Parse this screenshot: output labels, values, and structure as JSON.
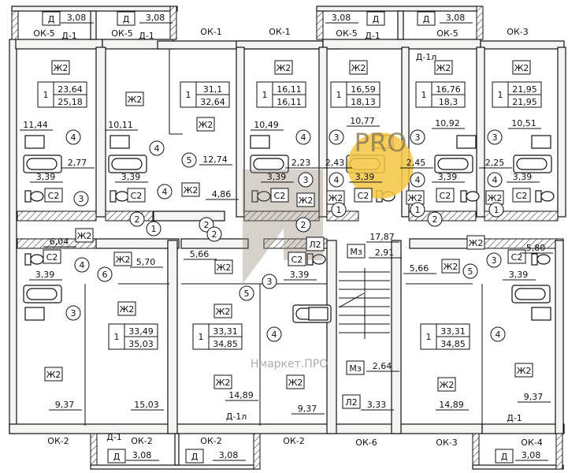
{
  "plan": {
    "balcony_labels": [
      "Д",
      "3,08",
      "Д",
      "3,08",
      "3,08",
      "Д",
      "Д",
      "3,08",
      "Д",
      "3,08",
      "Д",
      "3,08",
      "Д",
      "3,08"
    ],
    "window_labels": [
      "ОК-5",
      "Д-1",
      "ОК-5",
      "Д-1",
      "ОК-1",
      "ОК-1",
      "ОК-5",
      "Д-1",
      "ОК-5",
      "Д-1л",
      "ОК-3",
      "ОК-2",
      "Д-1",
      "ОК-2",
      "ОК-2",
      "Д-1л",
      "ОК-2",
      "ОК-6",
      "ОК-3",
      "Д-1",
      "ОК-4"
    ],
    "room_codes": [
      "Ж2",
      "Ж2",
      "Ж2",
      "Ж2",
      "Ж2",
      "Ж2",
      "Ж2",
      "С2",
      "С2",
      "С2",
      "С2",
      "С2",
      "С2",
      "Ж2",
      "Ж2",
      "Ж2",
      "Ж2",
      "Ж2",
      "Ж2",
      "Л2",
      "Ж2",
      "С2",
      "Ж2",
      "Ж2",
      "Ж2",
      "Ж2",
      "Ж2",
      "С2",
      "Мз",
      "Мз",
      "Л2",
      "Ж2",
      "С2",
      "Ж2",
      "Ж2",
      "Ж2",
      "Ж2"
    ],
    "area_values": [
      "11,44",
      "10,11",
      "10,49",
      "10,77",
      "10,92",
      "10,51",
      "2,77",
      "12,74",
      "4,86",
      "2,23",
      "2,43",
      "2,45",
      "2,25",
      "3,39",
      "3,39",
      "3,39",
      "3,39",
      "3,39",
      "3,39",
      "6,04",
      "17,87",
      "5,80",
      "5,70",
      "5,66",
      "3,39",
      "3,39",
      "9,37",
      "15,03",
      "14,89",
      "9,37",
      "2,91",
      "2,64",
      "3,33",
      "5,66",
      "3,39",
      "14,89",
      "9,37"
    ],
    "markers": [
      "4",
      "4",
      "5",
      "4",
      "3",
      "2",
      "4",
      "3",
      "2",
      "3",
      "4",
      "3",
      "4",
      "3",
      "4",
      "1",
      "1",
      "1",
      "2",
      "1",
      "2",
      "2",
      "4",
      "6",
      "3",
      "3",
      "5",
      "4",
      "5",
      "3",
      "4"
    ],
    "area_tables": [
      {
        "rooms": "1",
        "living": "23,64",
        "total": "25,18"
      },
      {
        "rooms": "1",
        "living": "31,1",
        "total": "32,64"
      },
      {
        "rooms": "1",
        "living": "16,11",
        "total": "16,11"
      },
      {
        "rooms": "1",
        "living": "16,59",
        "total": "18,13"
      },
      {
        "rooms": "1",
        "living": "16,76",
        "total": "18,3"
      },
      {
        "rooms": "1",
        "living": "21,95",
        "total": "21,95"
      },
      {
        "rooms": "1",
        "living": "33,49",
        "total": "35,03"
      },
      {
        "rooms": "1",
        "living": "33,31",
        "total": "34,85"
      },
      {
        "rooms": "1",
        "living": "33,31",
        "total": "34,85"
      }
    ],
    "watermark": {
      "badge": "PRO",
      "text": "Нмаркет.ПРО",
      "badge_color": "#f5c542"
    }
  }
}
